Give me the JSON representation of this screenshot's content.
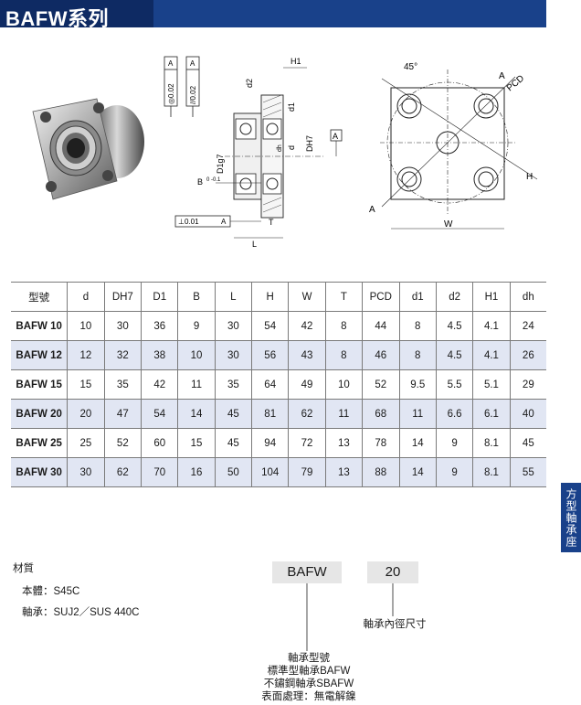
{
  "header": {
    "title": "BAFW系列"
  },
  "side_tab": {
    "label": "方型軸承座"
  },
  "drawing": {
    "tol_concentric": "◎0.02",
    "tol_parallel": "//0.02",
    "datum": "A",
    "h1": "H1",
    "d2": "d2",
    "d1": "d1",
    "d1g7": "D1g7",
    "dh": "dh",
    "d": "d",
    "dh7": "DH7",
    "b": "B",
    "b_tol": "0\n-0.1",
    "t": "T",
    "l": "L",
    "perp": "⊥0.01",
    "angle": "45°",
    "pcd": "PCD",
    "a": "A",
    "h": "H",
    "w": "W"
  },
  "table": {
    "headers": [
      "型號",
      "d",
      "DH7",
      "D1",
      "B",
      "L",
      "H",
      "W",
      "T",
      "PCD",
      "d1",
      "d2",
      "H1",
      "dh"
    ],
    "rows": [
      [
        "BAFW 10",
        "10",
        "30",
        "36",
        "9",
        "30",
        "54",
        "42",
        "8",
        "44",
        "8",
        "4.5",
        "4.1",
        "24"
      ],
      [
        "BAFW 12",
        "12",
        "32",
        "38",
        "10",
        "30",
        "56",
        "43",
        "8",
        "46",
        "8",
        "4.5",
        "4.1",
        "26"
      ],
      [
        "BAFW 15",
        "15",
        "35",
        "42",
        "11",
        "35",
        "64",
        "49",
        "10",
        "52",
        "9.5",
        "5.5",
        "5.1",
        "29"
      ],
      [
        "BAFW 20",
        "20",
        "47",
        "54",
        "14",
        "45",
        "81",
        "62",
        "11",
        "68",
        "11",
        "6.6",
        "6.1",
        "40"
      ],
      [
        "BAFW 25",
        "25",
        "52",
        "60",
        "15",
        "45",
        "94",
        "72",
        "13",
        "78",
        "14",
        "9",
        "8.1",
        "45"
      ],
      [
        "BAFW 30",
        "30",
        "62",
        "70",
        "16",
        "50",
        "104",
        "79",
        "13",
        "88",
        "14",
        "9",
        "8.1",
        "55"
      ]
    ]
  },
  "materials": {
    "title": "材質",
    "body": "本體：S45C",
    "bearing": "軸承：SUJ2／SUS 440C"
  },
  "order_code": {
    "model": "BAFW",
    "size": "20",
    "size_note": "軸承內徑尺寸",
    "model_note": [
      "軸承型號",
      "標準型軸承BAFW",
      "不鏽鋼軸承SBAFW",
      "表面處理：無電解鎳"
    ]
  }
}
